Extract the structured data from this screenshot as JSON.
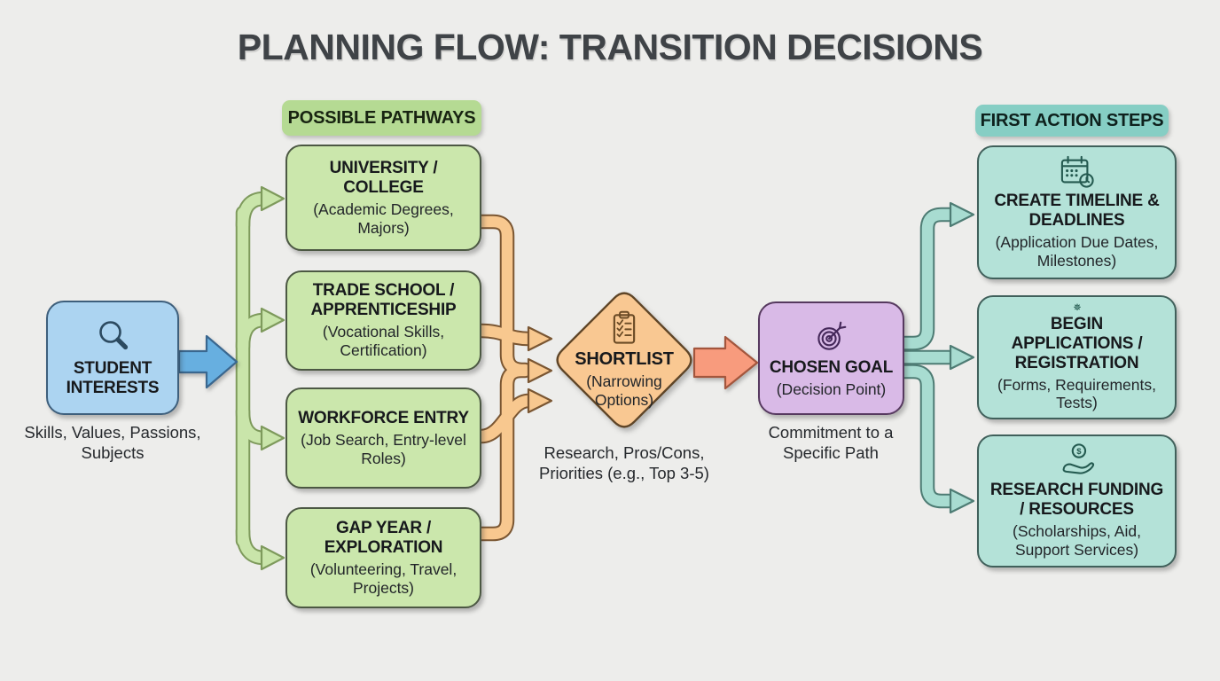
{
  "title": "PLANNING FLOW: TRANSITION DECISIONS",
  "student": {
    "title": "STUDENT INTERESTS",
    "caption": "Skills, Values, Passions, Subjects",
    "icon": "magnifier-icon"
  },
  "pathways": {
    "header": "POSSIBLE PATHWAYS",
    "items": [
      {
        "title": "UNIVERSITY / COLLEGE",
        "subtitle": "(Academic Degrees, Majors)"
      },
      {
        "title": "TRADE SCHOOL / APPRENTICESHIP",
        "subtitle": "(Vocational Skills, Certification)"
      },
      {
        "title": "WORKFORCE ENTRY",
        "subtitle": "(Job Search, Entry-level Roles)"
      },
      {
        "title": "GAP YEAR / EXPLORATION",
        "subtitle": "(Volunteering, Travel, Projects)"
      }
    ]
  },
  "shortlist": {
    "title": "SHORTLIST",
    "subtitle": "(Narrowing Options)",
    "caption": "Research, Pros/Cons, Priorities (e.g., Top 3-5)",
    "icon": "checklist-icon"
  },
  "chosen_goal": {
    "title": "CHOSEN GOAL",
    "subtitle": "(Decision Point)",
    "caption": "Commitment to a Specific Path",
    "icon": "target-icon"
  },
  "action_steps": {
    "header": "FIRST ACTION STEPS",
    "items": [
      {
        "title": "CREATE TIMELINE & DEADLINES",
        "subtitle": "(Application Due Dates, Milestones)",
        "icon": "calendar-clock-icon"
      },
      {
        "title": "BEGIN APPLICATIONS / REGISTRATION",
        "subtitle": "(Forms, Requirements, Tests)",
        "icon": "gear-icon"
      },
      {
        "title": "RESEARCH FUNDING / RESOURCES",
        "subtitle": "(Scholarships, Aid, Support Services)",
        "icon": "funding-hand-icon",
        "coin_glyph": "$"
      }
    ]
  },
  "colors": {
    "bg": "#EDEDEB",
    "title": "#3F4347",
    "text": "#17191C",
    "subtext": "#222529",
    "caption": "#26292D",
    "blue-fill": "#ACD4F1",
    "blue-border": "#3E5F7C",
    "blue-arrow": "#67AFE0",
    "blue-arrow-border": "#3A678F",
    "green-header-bg": "#B5DA93",
    "green-header-text": "#182411",
    "green-fill": "#CBE7AC",
    "green-border": "#4C5843",
    "green-conn": "#C9E5AA",
    "green-conn-border": "#7E9A5C",
    "orange-fill": "#F9C892",
    "orange-border": "#5F4527",
    "orange-conn": "#F8C88F",
    "orange-conn-border": "#7A5632",
    "salmon-fill": "#F89B7D",
    "salmon-border": "#A3563D",
    "purple-fill": "#D9BAE7",
    "purple-border": "#56395F",
    "teal-header-bg": "#86CEC4",
    "teal-header-text": "#0E211D",
    "teal-fill": "#B4E2D8",
    "teal-border": "#40605B",
    "teal-conn": "#A8DCD1",
    "teal-conn-border": "#4E7C74",
    "icon-blue": "#2C4A60",
    "icon-brown": "#6B4B26",
    "icon-purple": "#45285A",
    "icon-teal": "#245A50"
  }
}
